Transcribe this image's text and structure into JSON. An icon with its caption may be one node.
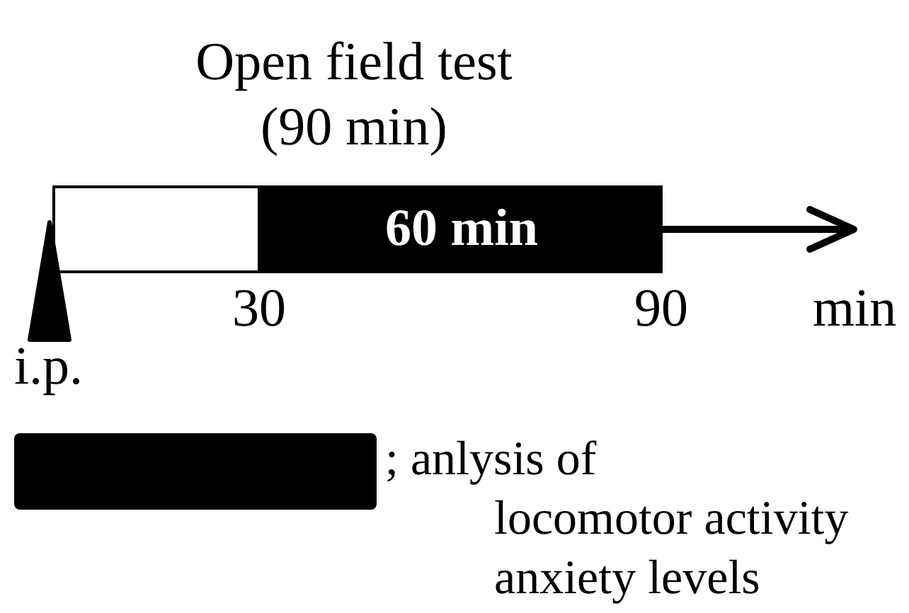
{
  "diagram": {
    "title": "Open field test (90 min)",
    "nodes": [
      {
        "text": [],
        "shape": "bar"
      },
      {
        "text": [
          "60 min"
        ]
      }
    ],
    "labels": [
      "30",
      "90",
      "min",
      "i.p."
    ],
    "legend": [
      {
        "text": "; anlysis of locomotor activity anxiety levels",
        "color": "#000000"
      }
    ]
  }
}
